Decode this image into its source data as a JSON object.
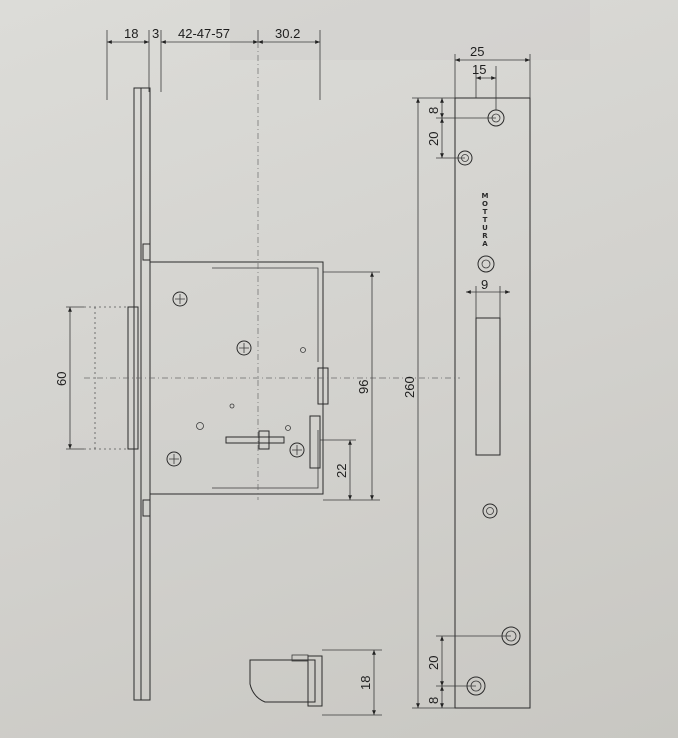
{
  "labels": {
    "top_18": "18",
    "top_3": "3",
    "backset": "42-47-57",
    "top_30": "30.2",
    "latch_60": "60",
    "height_96": "96",
    "height_22": "22",
    "height_260": "260",
    "width_25": "25",
    "width_15": "15",
    "top_8": "8",
    "top_20": "20",
    "slot_9": "9",
    "bottom_20": "20",
    "bottom_8": "8",
    "strike_18": "18"
  },
  "brand": [
    "M",
    "O",
    "T",
    "T",
    "U",
    "R",
    "A"
  ]
}
